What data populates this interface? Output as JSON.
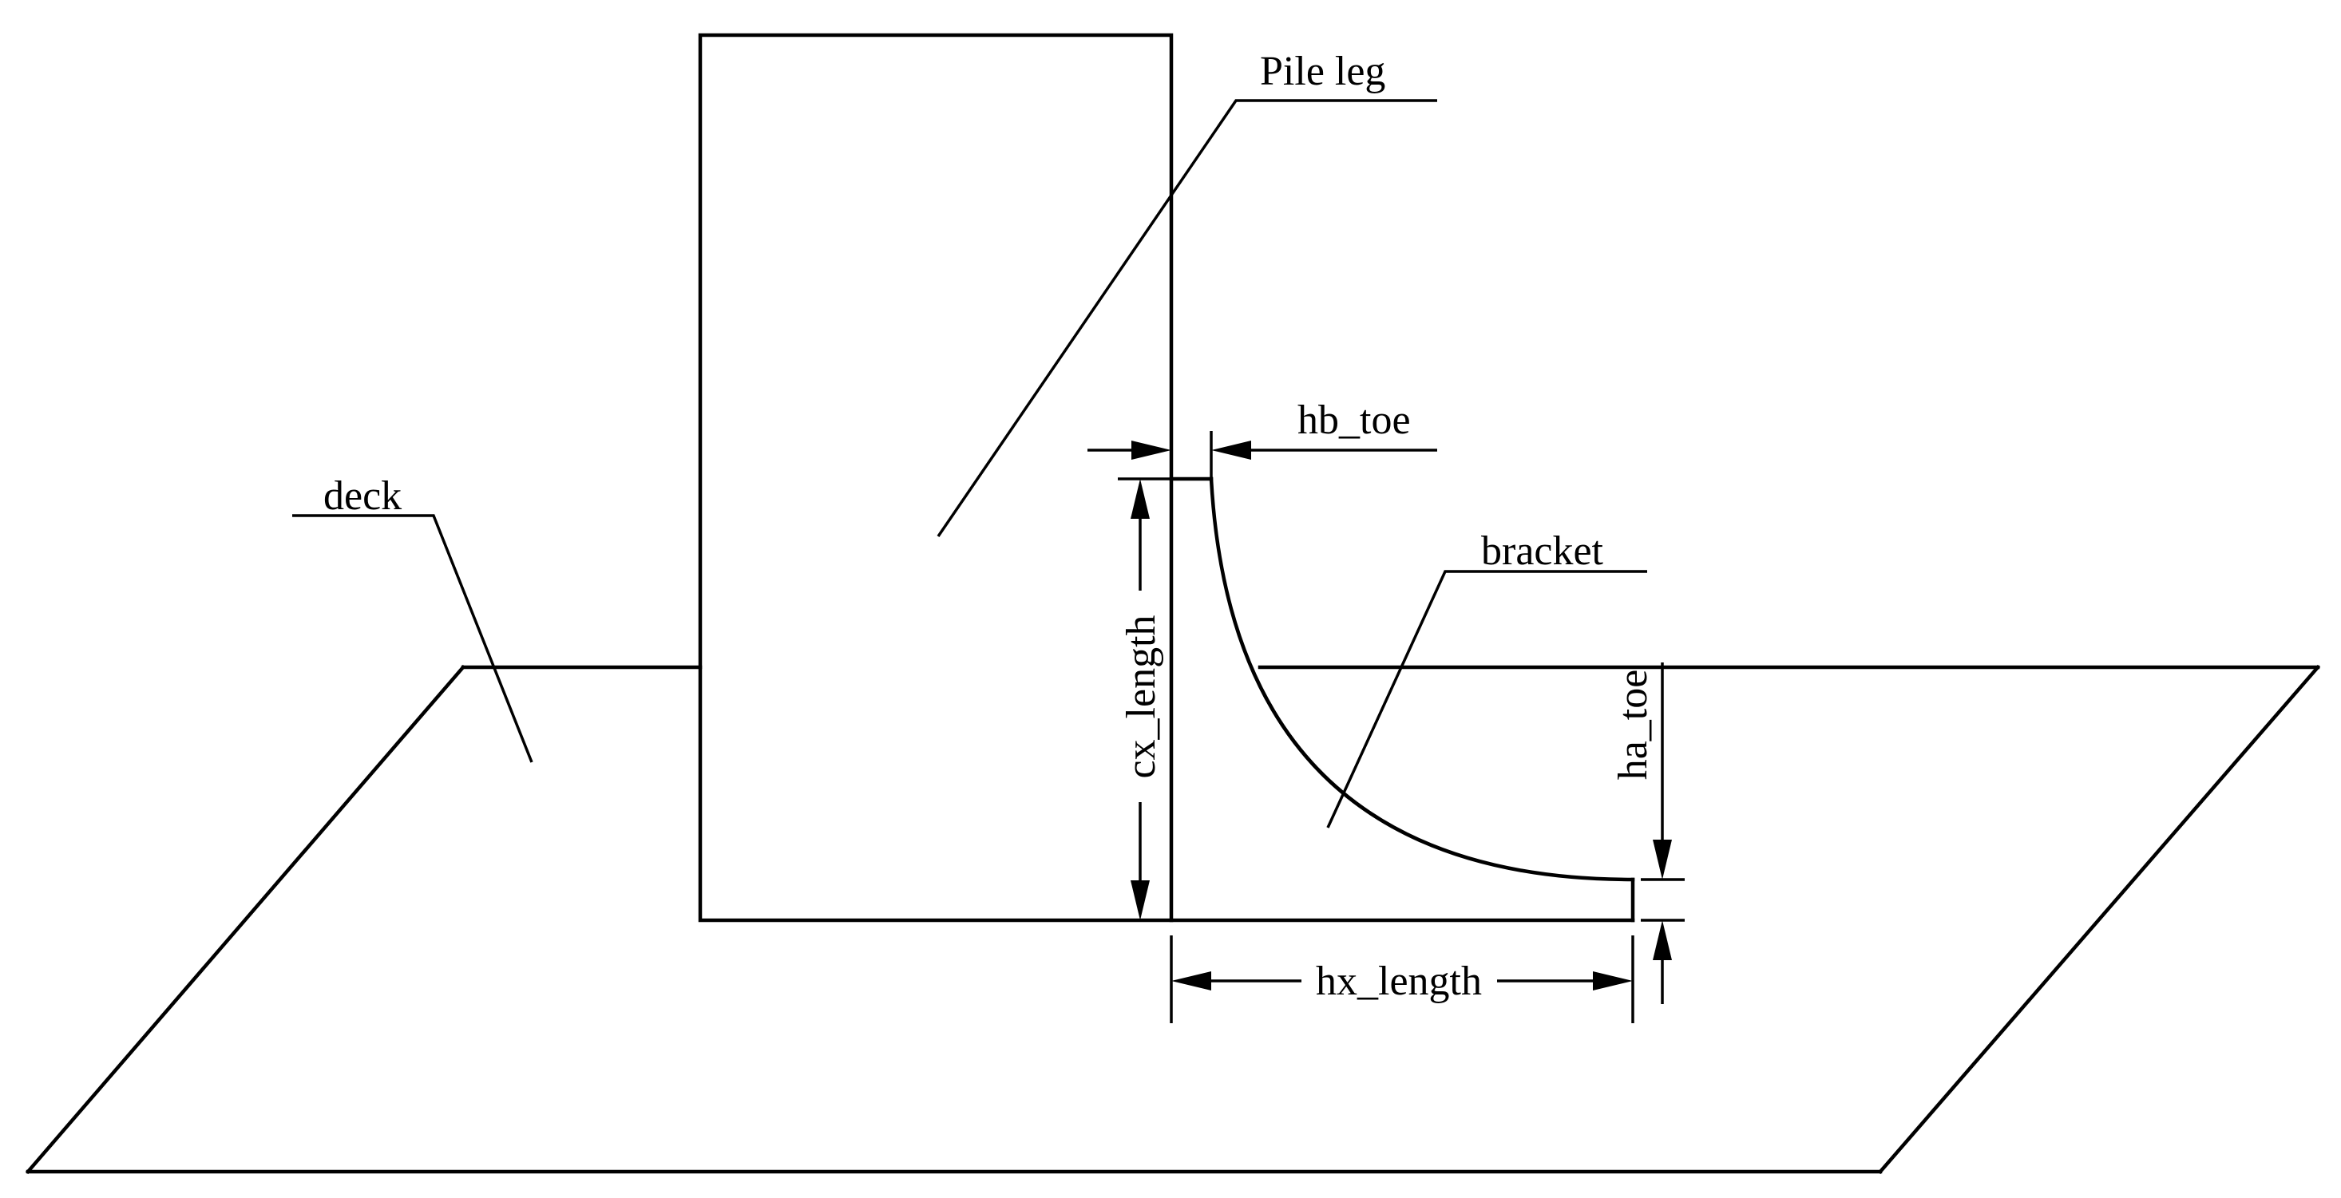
{
  "labels": {
    "pile_leg": "Pile leg",
    "deck": "deck",
    "hb_toe": "hb_toe",
    "bracket": "bracket",
    "cx_length": "cx_length",
    "ha_toe": "ha_toe",
    "hx_length": "hx_length"
  },
  "colors": {
    "stroke": "#000000",
    "background": "#ffffff"
  }
}
